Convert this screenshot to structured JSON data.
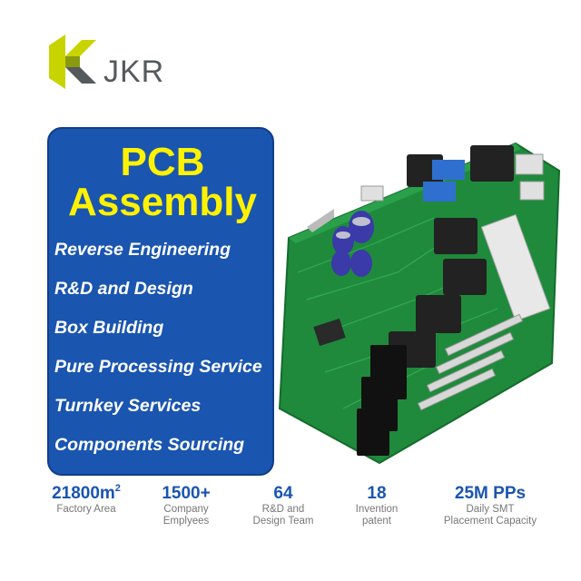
{
  "logo": {
    "text": "JKR"
  },
  "panel": {
    "title_line1": "PCB",
    "title_line2": "Assembly",
    "services": [
      "Reverse Engineering",
      "R&D and Design",
      "Box Building",
      "Pure Processing Service",
      "Turnkey Services",
      "Components Sourcing"
    ]
  },
  "stats": [
    {
      "value": "21800m",
      "sup": "2",
      "label_lines": [
        "Factory Area"
      ]
    },
    {
      "value": "1500+",
      "label_lines": [
        "Company",
        "Emplyees"
      ]
    },
    {
      "value": "64",
      "label_lines": [
        "R&D and",
        "Design Team"
      ]
    },
    {
      "value": "18",
      "label_lines": [
        "Invention",
        "patent"
      ]
    },
    {
      "value": "25M PPs",
      "label_lines": [
        "Daily SMT",
        "Placement Capacity"
      ]
    }
  ],
  "colors": {
    "panel_blue": "#1a55b0",
    "title_yellow": "#fff200",
    "logo_green": "#c8d400",
    "logo_gray": "#555a5c",
    "pcb_green": "#1f8a3c",
    "stat_blue": "#1a55b0"
  }
}
